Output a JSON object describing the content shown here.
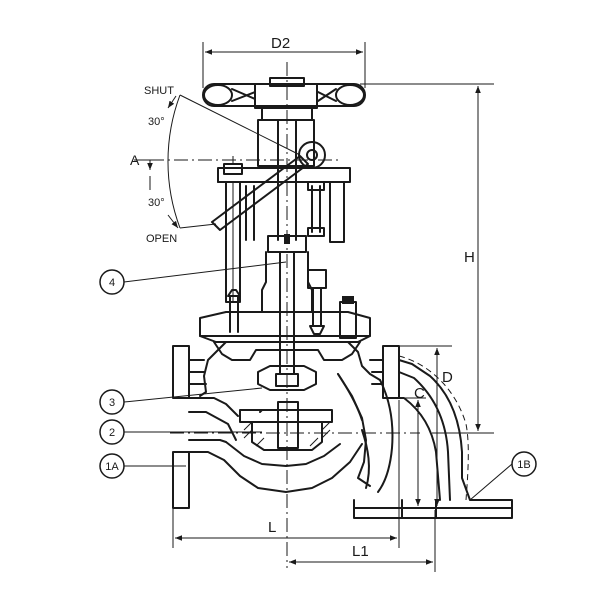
{
  "labels": {
    "d2": "D2",
    "h": "H",
    "d": "D",
    "c": "C",
    "l": "L",
    "l1": "L1",
    "a": "A",
    "shut": "SHUT",
    "open": "OPEN",
    "angle_top": "30°",
    "angle_bottom": "30°"
  },
  "callouts": {
    "c4": "4",
    "c3": "3",
    "c2": "2",
    "c1a": "1A",
    "c1b": "1B"
  }
}
